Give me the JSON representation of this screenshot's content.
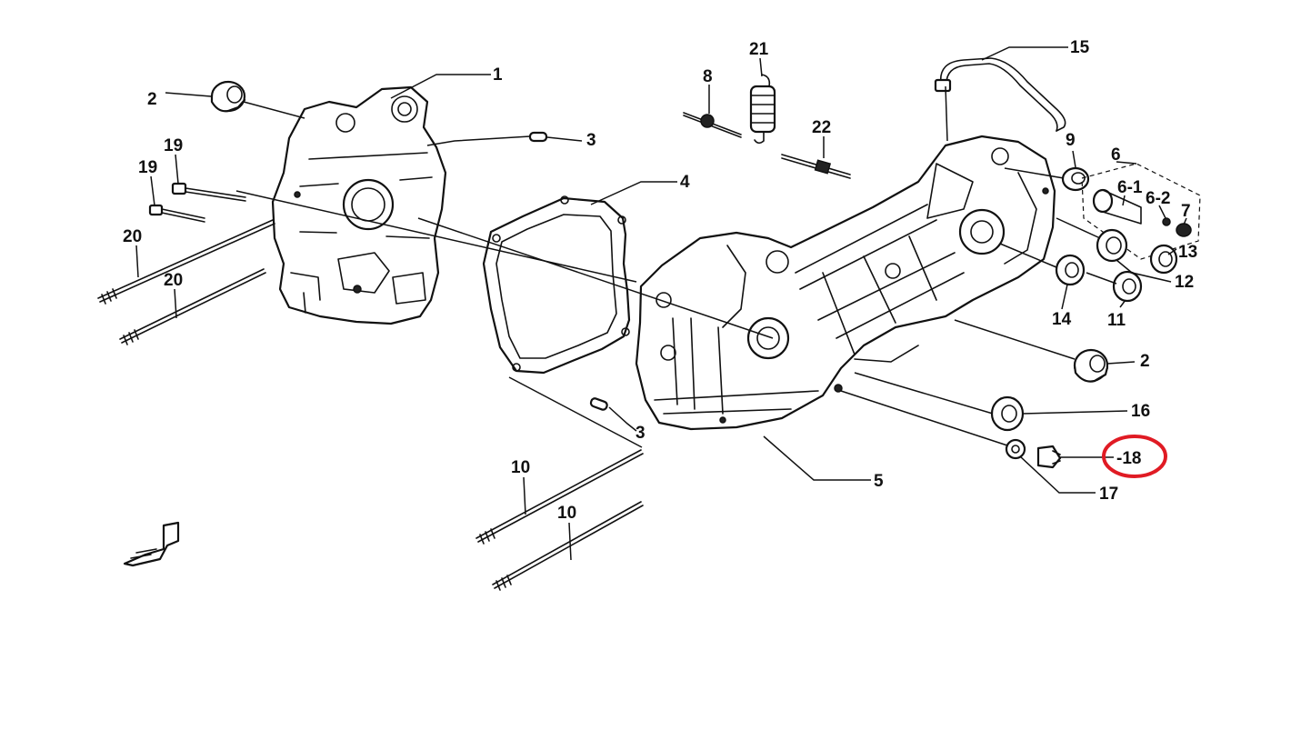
{
  "callouts": [
    {
      "id": "1",
      "label": "1"
    },
    {
      "id": "2a",
      "label": "2"
    },
    {
      "id": "2b",
      "label": "2"
    },
    {
      "id": "3a",
      "label": "3"
    },
    {
      "id": "3b",
      "label": "3"
    },
    {
      "id": "4",
      "label": "4"
    },
    {
      "id": "5",
      "label": "5"
    },
    {
      "id": "6",
      "label": "6"
    },
    {
      "id": "6-1",
      "label": "6-1"
    },
    {
      "id": "6-2",
      "label": "6-2"
    },
    {
      "id": "7",
      "label": "7"
    },
    {
      "id": "8",
      "label": "8"
    },
    {
      "id": "9",
      "label": "9"
    },
    {
      "id": "10a",
      "label": "10"
    },
    {
      "id": "10b",
      "label": "10"
    },
    {
      "id": "11",
      "label": "11"
    },
    {
      "id": "12",
      "label": "12"
    },
    {
      "id": "13",
      "label": "13"
    },
    {
      "id": "14",
      "label": "14"
    },
    {
      "id": "15",
      "label": "15"
    },
    {
      "id": "16",
      "label": "16"
    },
    {
      "id": "17",
      "label": "17"
    },
    {
      "id": "18",
      "label": "-18"
    },
    {
      "id": "19a",
      "label": "19"
    },
    {
      "id": "19b",
      "label": "19"
    },
    {
      "id": "20a",
      "label": "20"
    },
    {
      "id": "20b",
      "label": "20"
    },
    {
      "id": "21",
      "label": "21"
    },
    {
      "id": "22",
      "label": "22"
    }
  ],
  "highlight": {
    "target": "18",
    "color": "#e01b24"
  },
  "colors": {
    "ink": "#111111",
    "background": "#ffffff"
  }
}
